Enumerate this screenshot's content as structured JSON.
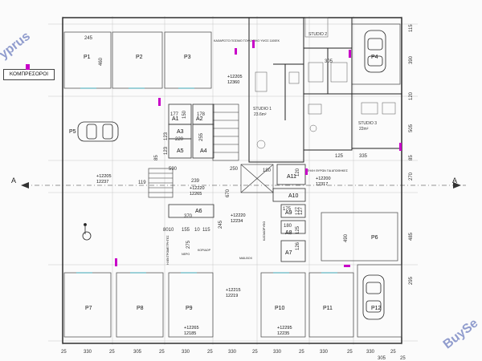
{
  "watermarks": {
    "top_left": "yprus",
    "bottom_right": "BuySe"
  },
  "legend": {
    "label": "ΚΟΜΠΡΕΣΟΡΟΙ",
    "swatch_color": "#c800c8"
  },
  "section_markers": [
    "A",
    "A"
  ],
  "parking": [
    "P1",
    "P2",
    "P3",
    "P4",
    "P5",
    "P6",
    "P7",
    "P8",
    "P9",
    "P10",
    "P11",
    "P12"
  ],
  "storage": [
    "A1",
    "A2",
    "A3",
    "A4",
    "A5",
    "A6",
    "A7",
    "A8",
    "A9",
    "A10",
    "A11"
  ],
  "rooms": {
    "studio1": "STUDIO 1",
    "studio1_area": "23.6m²",
    "studio2": "STUDIO 2",
    "studio3": "STUDIO 3",
    "studio3_area": "22m²",
    "shaft_note": "ΚΑΘΑΡΙΣΤΟ ΠΟΣΙΜΟ ΤΟΥΚΑΡΙΚΟ ΥΨΟΣ 1100ΕΚ",
    "compressor_note": "ΣΤΗΛΗ ΘΥΡΩΝ ΓΙΑ ΑΠΟΘΗΚΕΣ",
    "mailbox": "MAILBOX",
    "ramp": "ΚΑΤΑΚΟΡΥΦΟ",
    "meters": "ΗΛΕΚΤΡΟΜΕΤΡΗΤΕΣ",
    "tank": "ΝΕΡΟ",
    "corridor": "ΚΟΡΙΔΟΡ"
  },
  "levels": [
    "+12205",
    "12360",
    "+12205",
    "12237",
    "+12220",
    "12265",
    "+12200",
    "12317",
    "+12220",
    "12234",
    "+12215",
    "12219",
    "+12265",
    "12185",
    "+12295",
    "12235"
  ],
  "dimensions": {
    "top": [
      "245",
      "460",
      "177",
      "150",
      "178",
      "123",
      "220",
      "123",
      "85",
      "255",
      "590",
      "239",
      "250",
      "180",
      "120",
      "119",
      "670",
      "370",
      "175",
      "127",
      "180",
      "125",
      "305",
      "335",
      "125",
      "115",
      "390",
      "120",
      "505",
      "270",
      "85"
    ],
    "bottom": [
      "25",
      "330",
      "25",
      "305",
      "25",
      "330",
      "25",
      "330",
      "25",
      "330",
      "25",
      "330",
      "25",
      "330",
      "25",
      "305",
      "25"
    ],
    "mid": [
      "8010",
      "155",
      "10",
      "115",
      "275",
      "245",
      "126",
      "127",
      "490",
      "485",
      "295"
    ]
  }
}
